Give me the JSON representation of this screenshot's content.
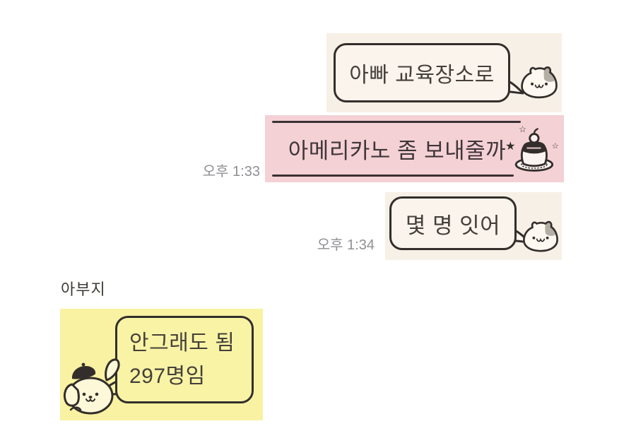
{
  "chat": {
    "sender_name": "아부지",
    "messages": [
      {
        "text": "아빠 교육장소로",
        "timestamp": "",
        "side": "right",
        "sticker": "cat-face"
      },
      {
        "text": "아메리카노 좀 보내줄까",
        "timestamp": "오후 1:33",
        "side": "right",
        "sticker": "pudding-dessert"
      },
      {
        "text": "몇 명 잇어",
        "timestamp": "오후 1:34",
        "side": "right",
        "sticker": "cat-face"
      },
      {
        "text_line1": "안그래도 됨",
        "text_line2": "297명임",
        "timestamp": "",
        "side": "left",
        "sticker": "dog-with-beret"
      }
    ]
  },
  "icons": {
    "cat_face": "cat-face-sticker",
    "pudding": "pudding-dessert-sticker",
    "dog_beret": "dog-with-beret-sticker",
    "star_filled": "★",
    "star_outline": "☆"
  },
  "colors": {
    "background": "#ffffff",
    "cream_patch": "#f7f0e6",
    "bubble_fill": "#faf4ec",
    "pink_patch": "#f4d1d5",
    "yellow_patch": "#f8f2a2",
    "outline": "#332e2b",
    "text": "#45403a",
    "pink_text": "#3f3639",
    "timestamp": "#8f8f94",
    "cat_patch_gray": "#b3aea6"
  }
}
